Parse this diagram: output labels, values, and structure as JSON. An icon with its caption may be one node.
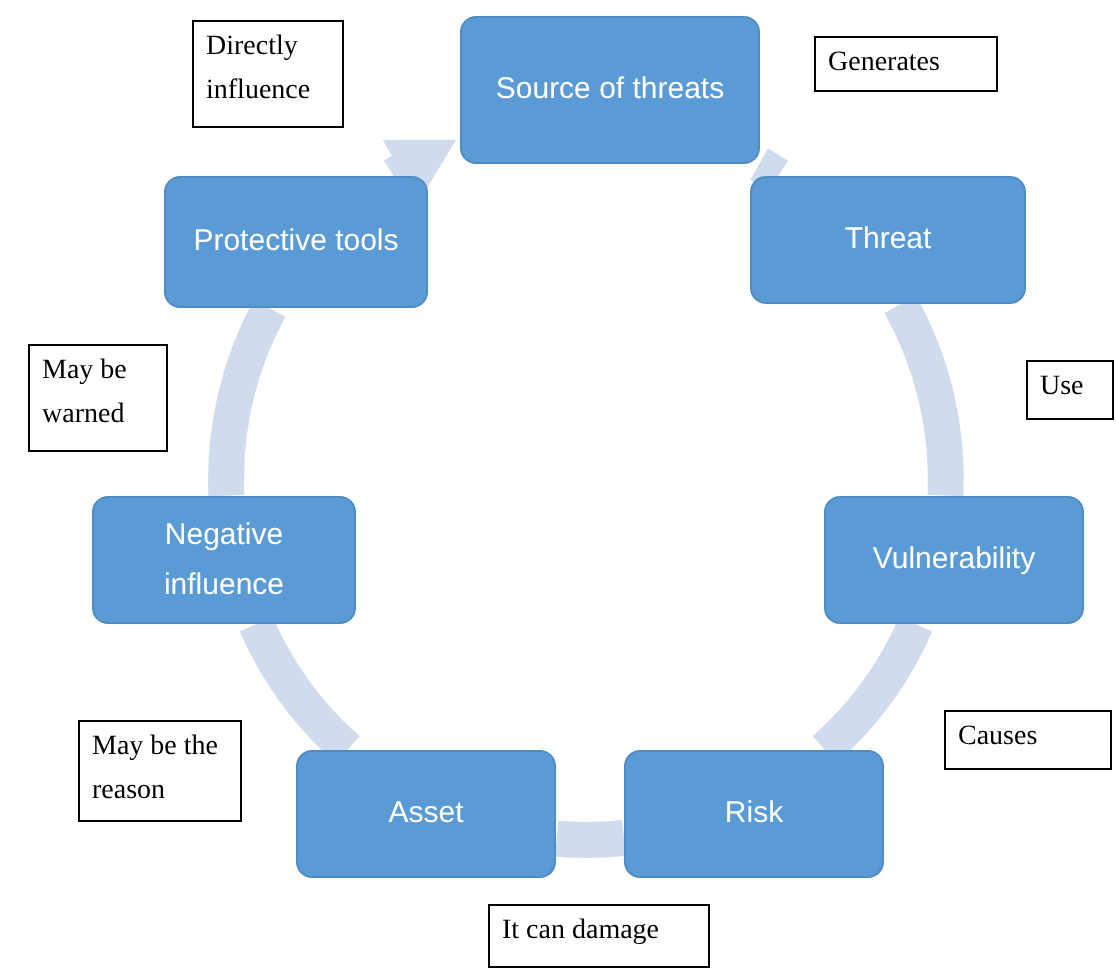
{
  "diagram": {
    "nodes": [
      {
        "text": [
          "Source of threats"
        ]
      },
      {
        "text": [
          "Threat"
        ]
      },
      {
        "text": [
          "Vulnerability"
        ]
      },
      {
        "text": [
          "Risk"
        ]
      },
      {
        "text": [
          "Asset"
        ]
      },
      {
        "text": [
          "Negative influence"
        ]
      },
      {
        "text": [
          "Protective tools"
        ]
      }
    ],
    "edges": [
      {
        "from": 0,
        "to": 1,
        "arrow": "none",
        "label": "Generates"
      },
      {
        "from": 1,
        "to": 2,
        "arrow": "none",
        "label": "Use"
      },
      {
        "from": 2,
        "to": 3,
        "arrow": "none",
        "label": "Causes"
      },
      {
        "from": 3,
        "to": 4,
        "arrow": "none",
        "label": "It can damage"
      },
      {
        "from": 4,
        "to": 5,
        "arrow": "none",
        "label": "May be the reason"
      },
      {
        "from": 5,
        "to": 6,
        "arrow": "none",
        "label": "May be warned"
      },
      {
        "from": 6,
        "to": 0,
        "arrow": "to",
        "label": "Directly influence"
      }
    ]
  }
}
